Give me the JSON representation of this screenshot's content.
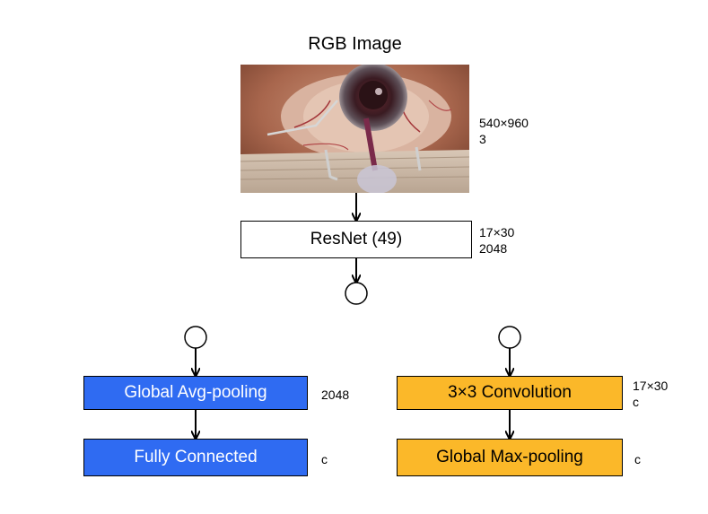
{
  "diagram": {
    "input": {
      "title": "RGB Image",
      "dims": "540×960\n3"
    },
    "backbone": {
      "label": "ResNet (49)",
      "dims": "17×30\n2048"
    },
    "left_branch": {
      "pool_label": "Global Avg-pooling",
      "pool_dims": "2048",
      "fc_label": "Fully Connected",
      "fc_dims": "c"
    },
    "right_branch": {
      "conv_label": "3×3 Convolution",
      "conv_dims": "17×30\nc",
      "pool_label": "Global Max-pooling",
      "pool_dims": "c"
    },
    "colors": {
      "blue": "#2f6bf2",
      "orange": "#fbb829"
    }
  }
}
